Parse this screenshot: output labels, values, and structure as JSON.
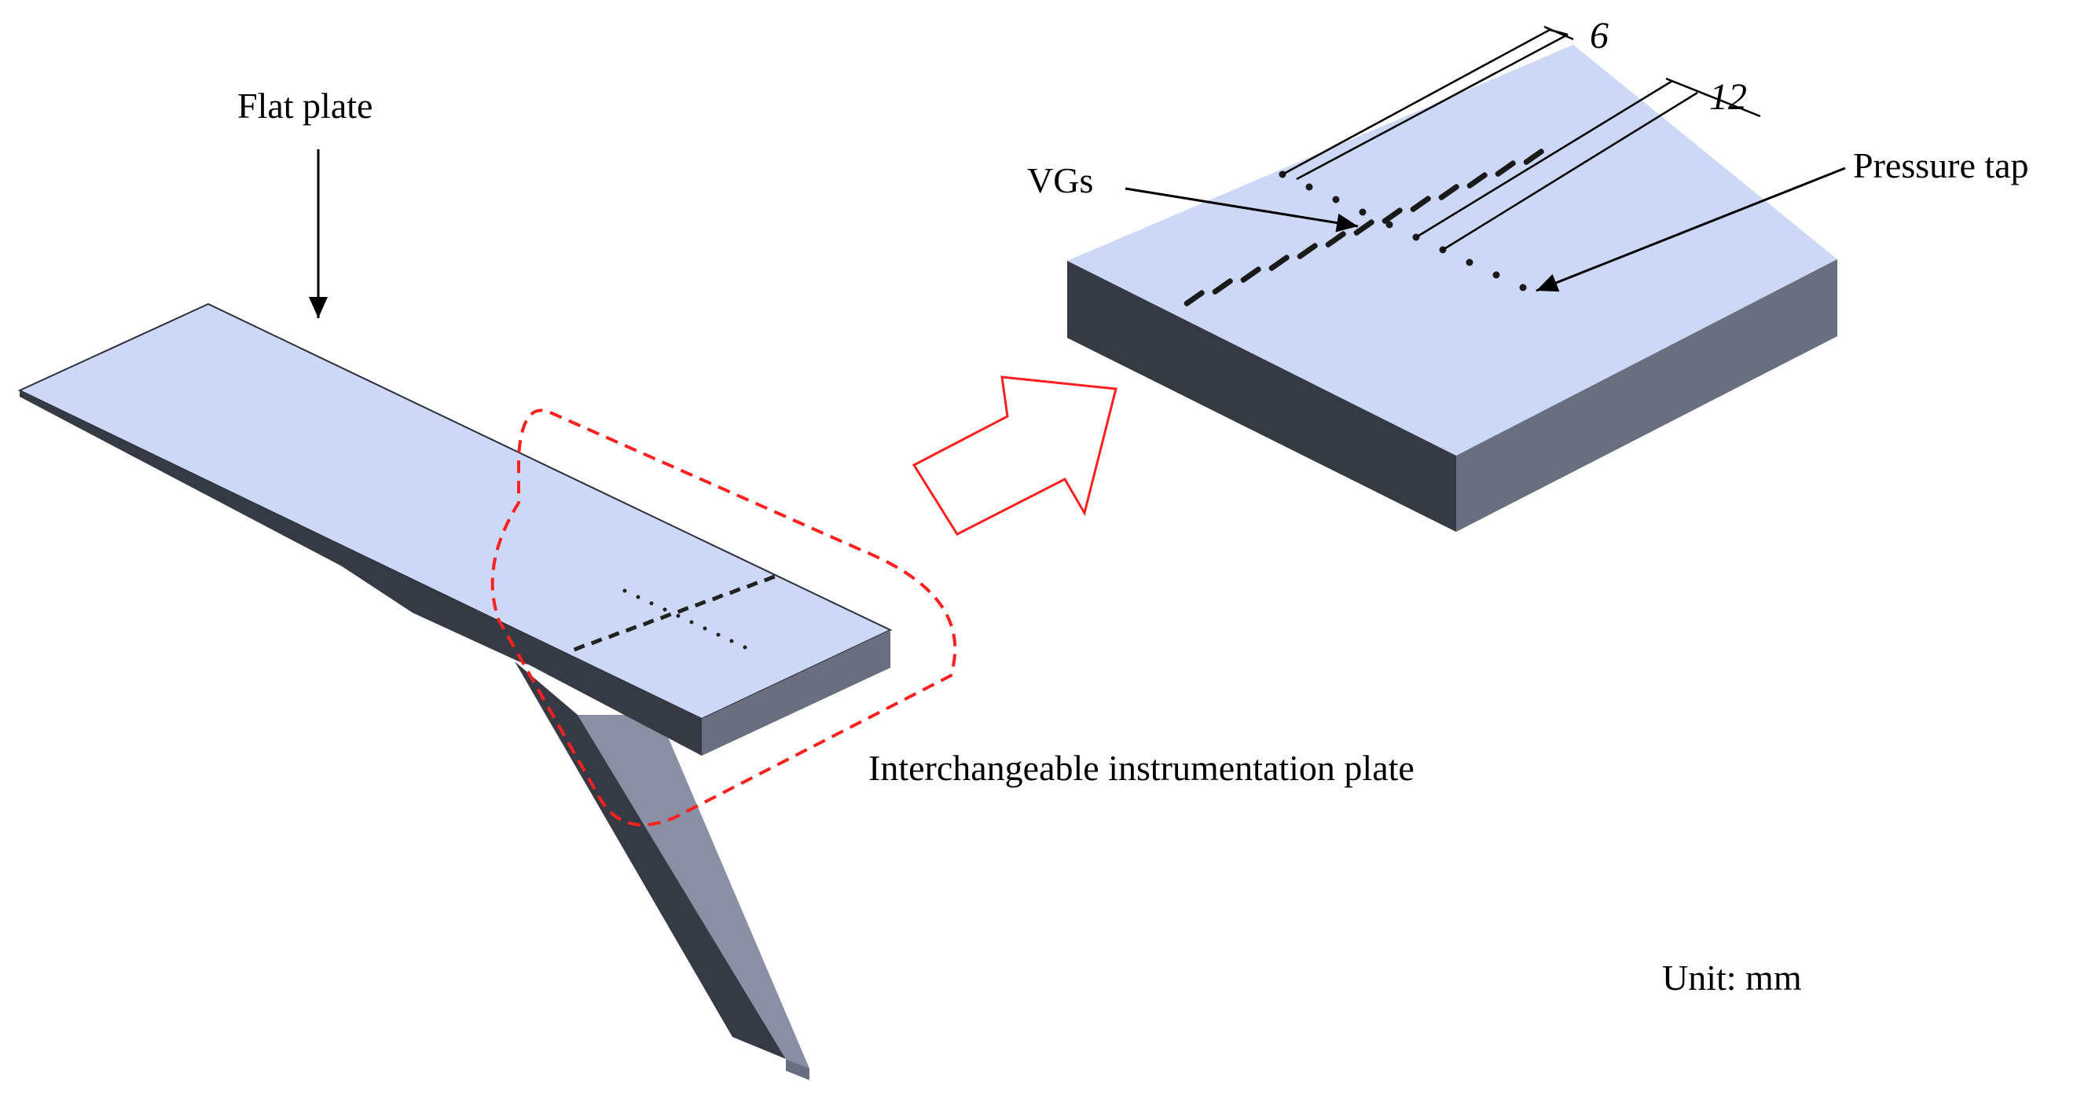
{
  "labels": {
    "flat_plate": "Flat plate",
    "vgs": "VGs",
    "pressure_tap": "Pressure tap",
    "instrumentation_plate": "Interchangeable instrumentation plate",
    "unit": "Unit: mm",
    "dim_vg_spacing": "6",
    "dim_tap_spacing": "12"
  },
  "colors": {
    "top_face": "#cdd7f6",
    "left_face": "#353a44",
    "right_face": "#6a6f80",
    "strut_light": "#8a8fa4",
    "highlight": "#ff2020",
    "line": "#000000"
  }
}
